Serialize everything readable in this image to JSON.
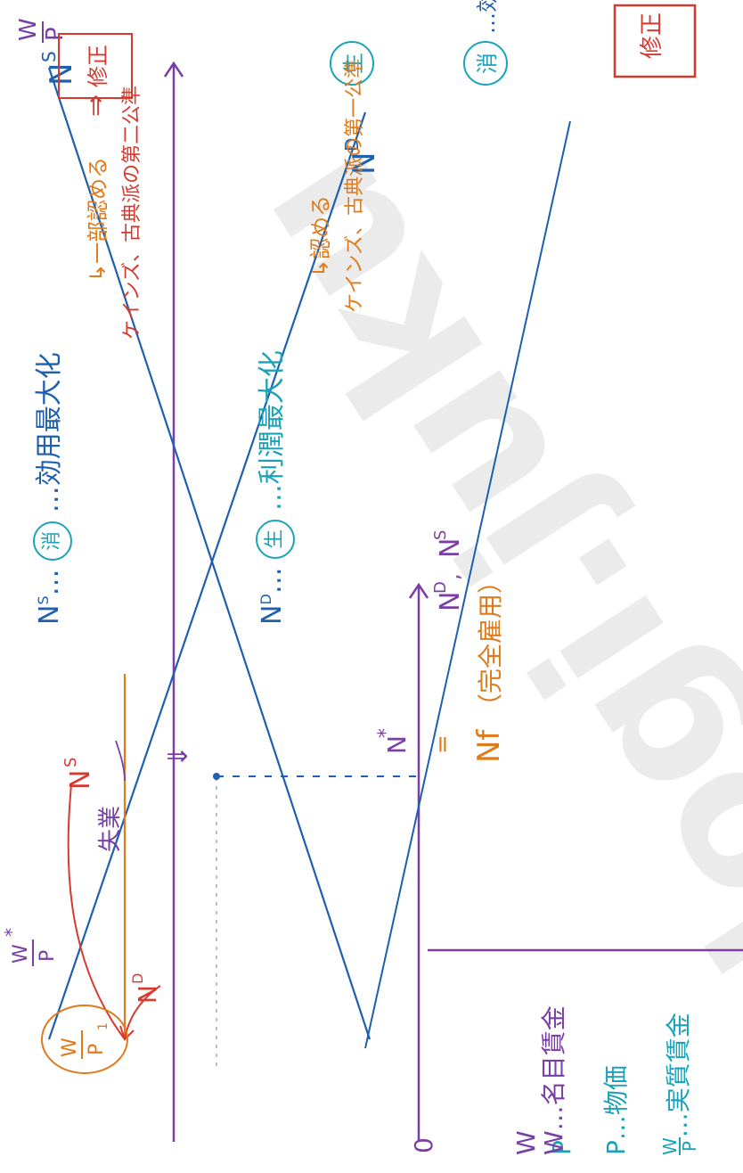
{
  "colors": {
    "axis": "#7a3fa6",
    "blue_line": "#1f5fb0",
    "red": "#d63a2f",
    "orange": "#e07a1a",
    "cyan": "#1aa3b8",
    "watermark": "#d9d9d9",
    "box": "#d63a2f"
  },
  "axis": {
    "y_label_w": "W",
    "y_label_p": "P",
    "origin": "0",
    "x_label": "N",
    "x_label_sup": "D",
    "x_label_sep": ",",
    "x_label2": "N",
    "x_label2_sup": "S"
  },
  "curves": {
    "ns_label": "N",
    "ns_sup": "S",
    "nd_label": "N",
    "nd_sup": "D",
    "ns_small": "N",
    "ns_small_sup": "S",
    "nd_small": "N",
    "nd_small_sup": "D"
  },
  "levels": {
    "w1_w": "W",
    "w1_p": "P",
    "w1_sub": "1",
    "wstar_w": "W",
    "wstar_p": "P",
    "wstar_mark": "*",
    "nstar": "N",
    "nstar_mark": "*",
    "eq_sign": "=",
    "nf": "Nf",
    "nf_note": "（完全雇用）",
    "down_arrow": "⇓"
  },
  "labels": {
    "shitsugyo": "失業",
    "ns_desc_prefix": "N",
    "ns_desc_sup": "S",
    "ns_desc_dots": "…",
    "ns_circle": "消",
    "ns_desc_text": "…効用最大化",
    "ns_sub1": "↳一部認める",
    "ns_sub2": "ケインズ、古典派の第二公準",
    "arrow_to_fix": "⇒",
    "fix_box": "修正",
    "nd_desc_prefix": "N",
    "nd_desc_sup": "D",
    "nd_desc_dots": "…",
    "nd_circle": "生",
    "nd_desc_text": "…利潤最大化",
    "nd_sub1": "↳認める",
    "nd_sub2": "ケインズ、古典派の第一公準"
  },
  "legend": {
    "w_sym": "W",
    "w_text": "…名目賃金",
    "p_sym": "P",
    "p_text": "…物価",
    "wp_w": "W",
    "wp_p": "P",
    "wp_text": "…実質賃金"
  },
  "watermark": "logi.juku"
}
